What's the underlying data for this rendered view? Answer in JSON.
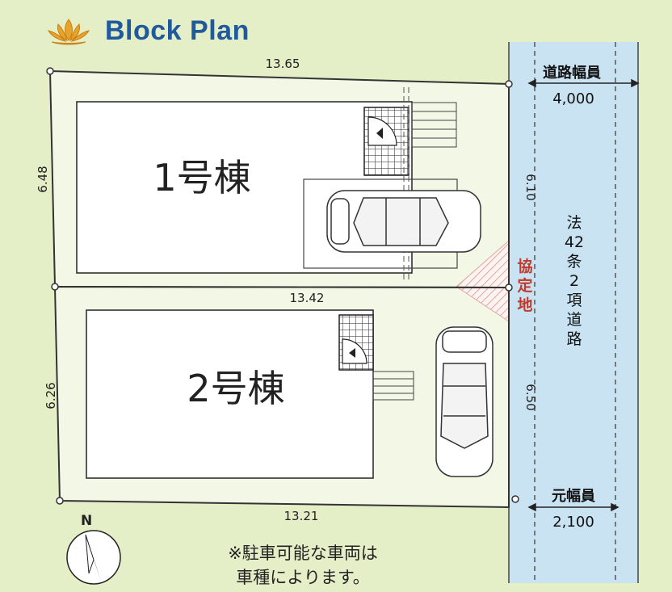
{
  "title": "Block Plan",
  "icons": {
    "logo": "lotus-icon",
    "compass": "north-arrow-icon"
  },
  "colors": {
    "title": "#1f5a9c",
    "road": "#c9e3f2",
    "background": "#e4efc8",
    "agreement": "#c0392b"
  },
  "lot_dims": {
    "top_width": "13.65",
    "mid_width": "13.42",
    "bottom_width": "13.21",
    "left_lot1": "6.48",
    "left_lot2": "6.26",
    "front_lot1": "6.10",
    "front_lot2": "6.50"
  },
  "buildings": {
    "lot1": "1号棟",
    "lot2": "2号棟"
  },
  "road": {
    "width_label": "道路幅員",
    "width_value": "4,000",
    "type_lines": [
      "法",
      "42",
      "条",
      "2",
      "項",
      "道",
      "路"
    ],
    "original_width_label": "元幅員",
    "original_width_value": "2,100"
  },
  "agreement_land": [
    "協",
    "定",
    "地"
  ],
  "compass_label": "N",
  "note": [
    "※駐車可能な車両は",
    "車種によります。"
  ]
}
